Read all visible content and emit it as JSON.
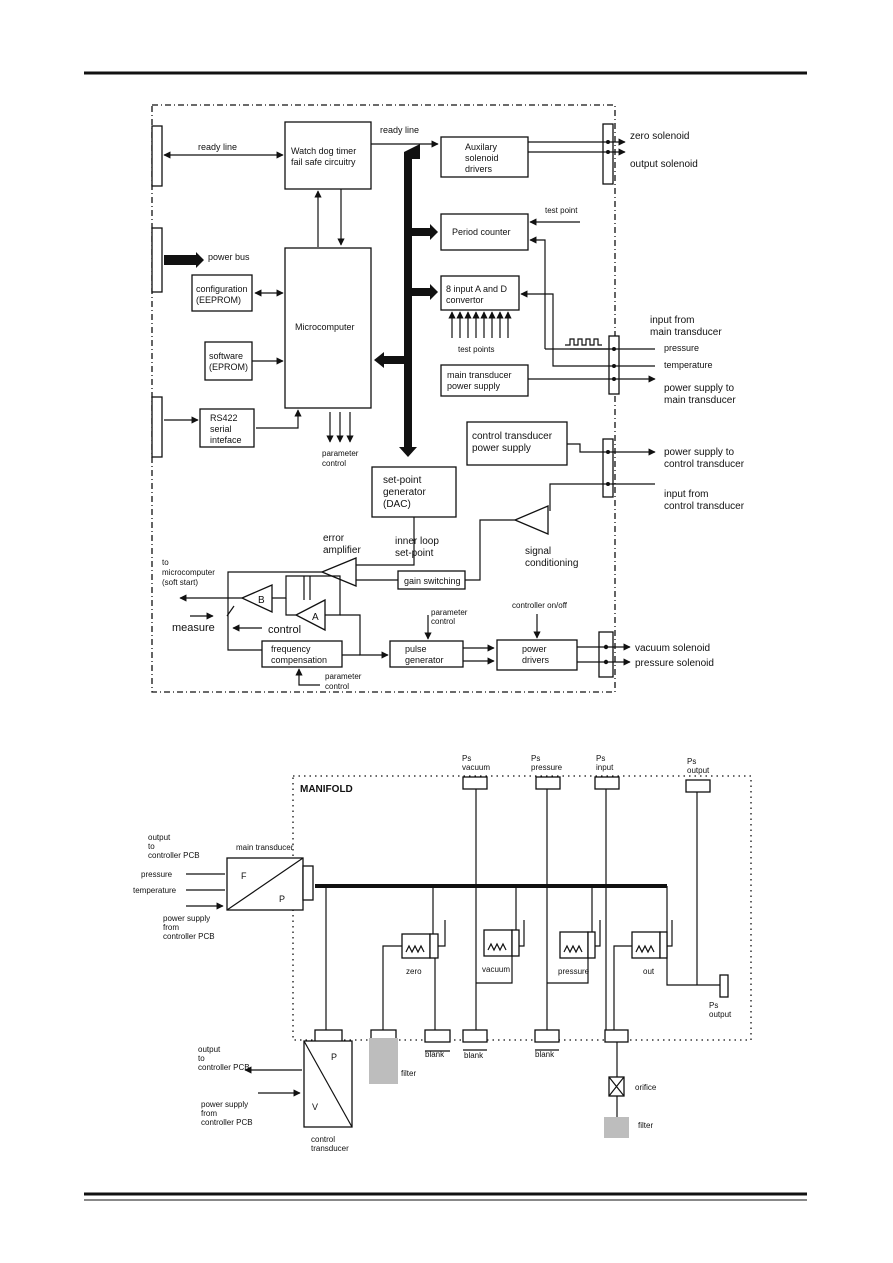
{
  "block_diagram": {
    "watchdog": [
      "Watch dog timer",
      "fail safe circuitry"
    ],
    "ready_line_left": "ready line",
    "ready_line_right": "ready line",
    "auxiliary": [
      "Auxilary",
      "solenoid",
      "drivers"
    ],
    "zero_solenoid": "zero solenoid",
    "output_solenoid": "output solenoid",
    "test_point": "test point",
    "period_counter": "Period counter",
    "power_bus": "power bus",
    "configuration": [
      "configuration",
      "(EEPROM)"
    ],
    "microcomputer": "Microcomputer",
    "adc": [
      "8 input A and D",
      "convertor"
    ],
    "test_points": "test points",
    "input_main": [
      "input from",
      "main transducer"
    ],
    "pressure": "pressure",
    "temperature": "temperature",
    "software": [
      "software",
      "(EPROM)"
    ],
    "main_ps": [
      "main transducer",
      "power supply"
    ],
    "ps_main": [
      "power supply to",
      "main transducer"
    ],
    "rs422": [
      "RS422",
      "serial",
      "inteface"
    ],
    "parameter_control": [
      "parameter",
      "control"
    ],
    "control_ps": [
      "control transducer",
      "power supply"
    ],
    "ps_control": [
      "power supply to",
      "control transducer"
    ],
    "input_control": [
      "input from",
      "control transducer"
    ],
    "setpoint": [
      "set-point",
      "generator",
      "(DAC)"
    ],
    "error_amp": [
      "error",
      "amplifier"
    ],
    "inner_loop": [
      "inner loop",
      "set-point"
    ],
    "signal_cond": [
      "signal",
      "conditioning"
    ],
    "to_micro": [
      "to",
      "microcomputer",
      "(soft start)"
    ],
    "gain_switching": "gain switching",
    "amp_b": "B",
    "amp_a": "A",
    "measure": "measure",
    "control": "control",
    "controller_onoff": "controller on/off",
    "param_ctrl_pulse": [
      "parameter",
      "control"
    ],
    "freq_comp": [
      "frequency",
      "compensation"
    ],
    "pulse_gen": [
      "pulse",
      "generator"
    ],
    "power_drivers": [
      "power",
      "drivers"
    ],
    "vacuum_solenoid": "vacuum solenoid",
    "pressure_solenoid": "pressure solenoid",
    "param_ctrl_freq": [
      "parameter",
      "control"
    ]
  },
  "manifold_diagram": {
    "manifold": "MANIFOLD",
    "ps_vacuum": [
      "Ps",
      "vacuum"
    ],
    "ps_pressure": [
      "Ps",
      "pressure"
    ],
    "ps_input": [
      "Ps",
      "input"
    ],
    "ps_output": [
      "Ps",
      "output"
    ],
    "output_to_pcb_1": [
      "output",
      "to",
      "controller PCB"
    ],
    "main_transducer": "main transducer",
    "pressure": "pressure",
    "temperature": "temperature",
    "power_supply_pcb_1": [
      "power supply",
      "from",
      "controller PCB"
    ],
    "f": "F",
    "p": "P",
    "zero": "zero",
    "vacuum": "vacuum",
    "pressure_valve": "pressure",
    "out": "out",
    "ps_output_right": [
      "Ps",
      "output"
    ],
    "output_to_pcb_2": [
      "output",
      "to",
      "controller PCB"
    ],
    "power_supply_pcb_2": [
      "power supply",
      "from",
      "controller PCB"
    ],
    "p2": "P",
    "v": "V",
    "control_transducer": [
      "control",
      "transducer"
    ],
    "filter_1": "filter",
    "blank_1": "blank",
    "blank_2": "blank",
    "blank_3": "blank",
    "orifice": "orifice",
    "filter_2": "filter"
  }
}
